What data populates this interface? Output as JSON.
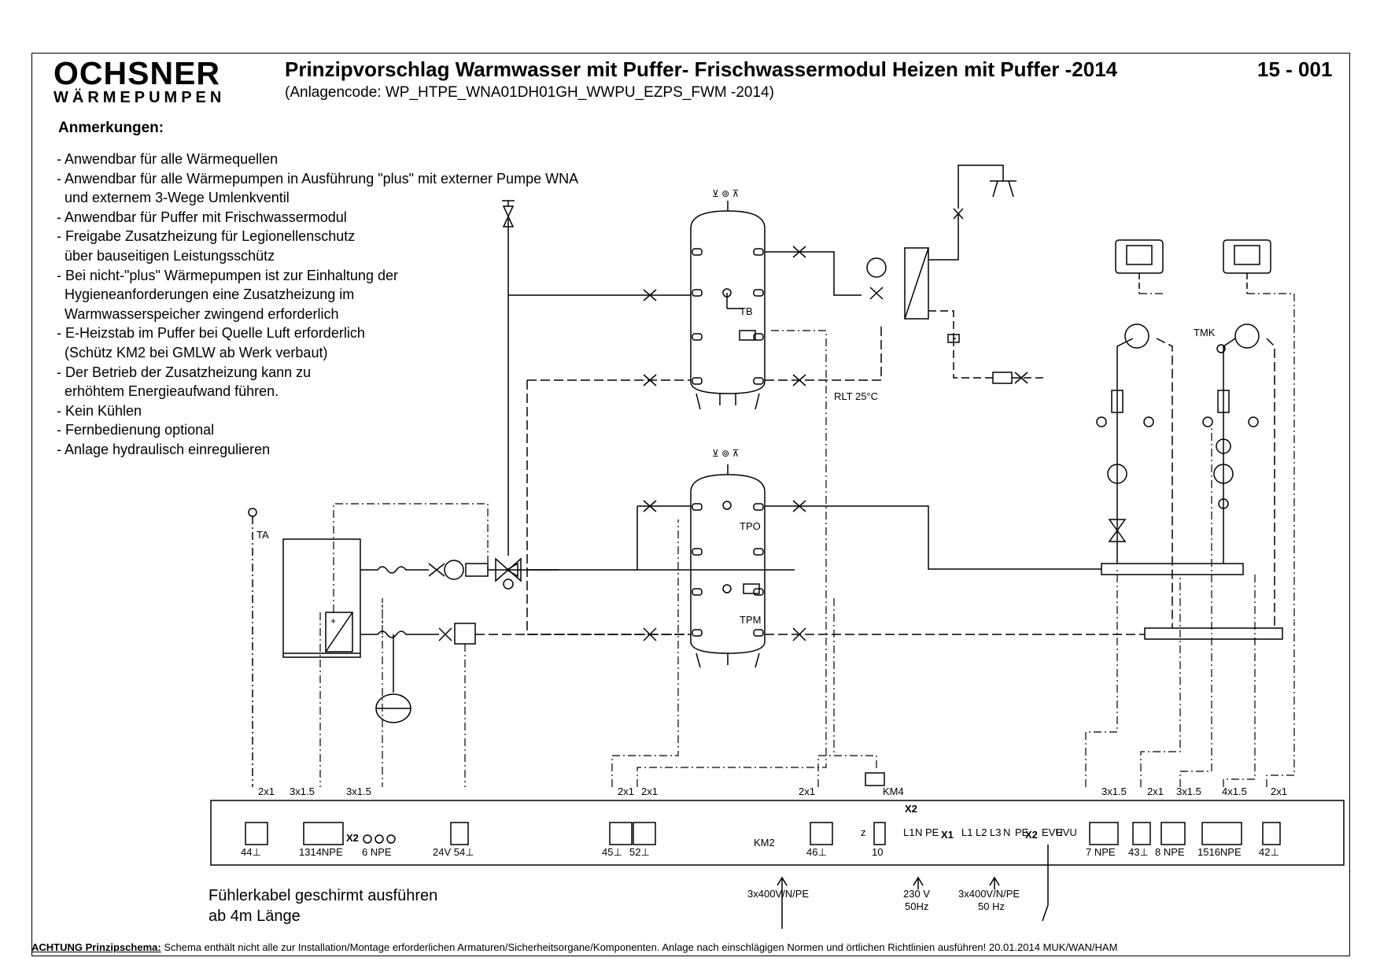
{
  "header": {
    "logo_main": "OCHSNER",
    "logo_sub": "WÄRMEPUMPEN",
    "title": "Prinzipvorschlag Warmwasser mit Puffer- Frischwassermodul Heizen mit Puffer -2014",
    "code": "(Anlagencode: WP_HTPE_WNA01DH01GH_WWPU_EZPS_FWM -2014)",
    "doc_number": "15 - 001"
  },
  "notes": {
    "heading": "Anmerkungen:",
    "items": [
      "- Anwendbar für alle Wärmequellen",
      "- Anwendbar für alle Wärmepumpen in Ausführung \"plus\" mit externer Pumpe WNA",
      "  und externem 3-Wege Umlenkventil",
      "- Anwendbar für Puffer mit Frischwassermodul",
      "- Freigabe Zusatzheizung für Legionellenschutz",
      "  über bauseitigen Leistungsschütz",
      "- Bei nicht-\"plus\" Wärmepumpen ist zur Einhaltung der",
      "  Hygieneanforderungen eine Zusatzheizung im",
      "  Warmwasserspeicher zwingend erforderlich",
      "- E-Heizstab im Puffer bei Quelle Luft erforderlich",
      "  (Schütz KM2 bei GMLW ab Werk verbaut)",
      "- Der Betrieb der Zusatzheizung kann zu",
      "  erhöhtem Energieaufwand führen.",
      "- Kein Kühlen",
      "- Fernbedienung optional",
      "- Anlage hydraulisch einregulieren"
    ]
  },
  "diagram_labels": {
    "ta": "TA",
    "tb": "TB",
    "tpo": "TPO",
    "tpm": "TPM",
    "tmk": "TMK",
    "rlt": "RLT 25°C",
    "km4": "KM4",
    "km2": "KM2"
  },
  "cables": {
    "c44": "2x1",
    "c13": "3x1.5",
    "c6": "3x1.5",
    "c45": "2x1",
    "c52": "2x1",
    "c46": "2x1",
    "c7": "3x1.5",
    "c43": "2x1",
    "c8": "3x1.5",
    "c15": "4x1.5",
    "c42": "2x1"
  },
  "terminals": {
    "t44": "44⊥",
    "t1314": "1314NPE",
    "x2a": "X2",
    "t6": "6 NPE",
    "t24": "24V 54⊥",
    "t45": "45⊥",
    "t52": "52⊥",
    "t46": "46⊥",
    "t10": "10",
    "x2b": "X2",
    "l1": "L1",
    "n": "N",
    "pe": "PE",
    "x1": "X1",
    "x1l1": "L1",
    "x1l2": "L2",
    "x1l3": "L3",
    "x1n": "N",
    "x1pe": "PE",
    "x2c": "X2",
    "evu1": "EVU",
    "evu2": "EVU",
    "t7": "7 NPE",
    "t43": "43⊥",
    "t8": "8 NPE",
    "t1516": "1516NPE",
    "t42": "42⊥",
    "z": "z"
  },
  "supply": {
    "s1": "3x400V/N/PE",
    "s2a": "230 V",
    "s2b": "50Hz",
    "s3a": "3x400V/N/PE",
    "s3b": "50 Hz"
  },
  "shield_note": [
    "Fühlerkabel geschirmt ausführen",
    "ab 4m Länge"
  ],
  "footer": {
    "label": "ACHTUNG Prinzipschema:",
    "text": " Schema enthält nicht alle zur Installation/Montage erforderlichen Armaturen/Sicherheitsorgane/Komponenten. Anlage nach einschlägigen Normen und örtlichen Richtlinien ausführen!  20.01.2014 MUK/WAN/HAM"
  }
}
